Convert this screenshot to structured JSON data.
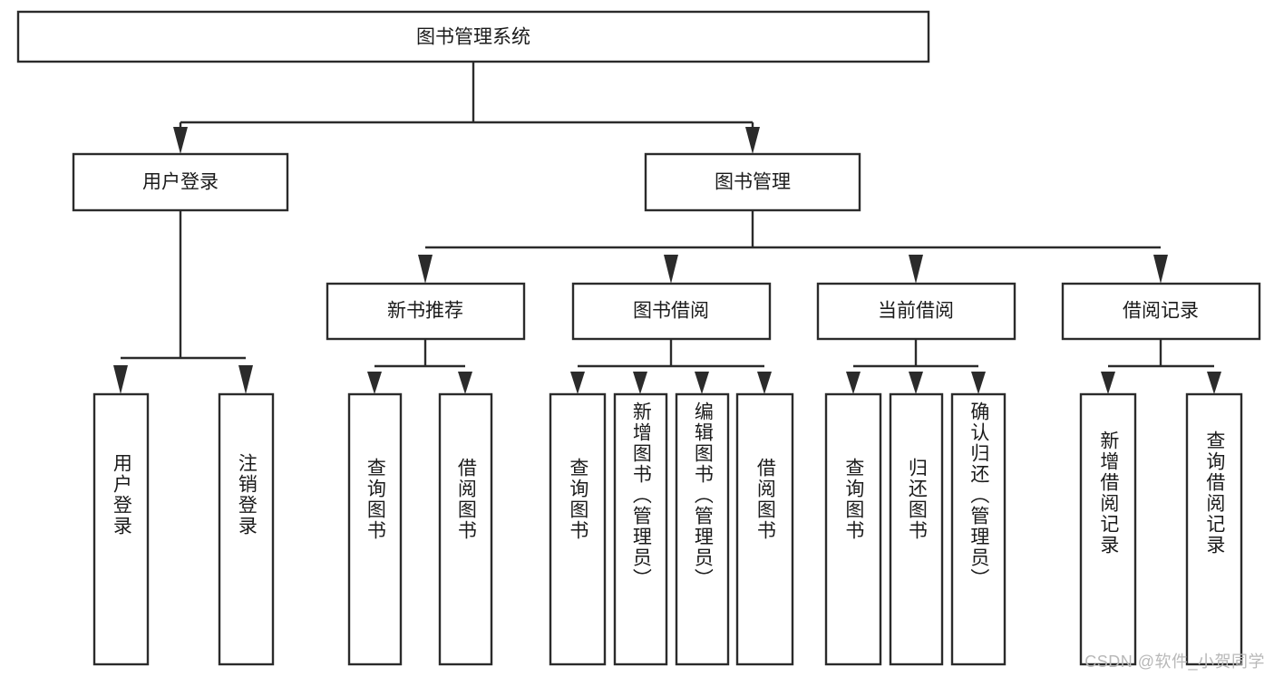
{
  "diagram": {
    "type": "tree-hierarchy",
    "orientation": "top-down",
    "title": "图书管理系统",
    "watermark": "CSDN @软件_小贺同学",
    "colors": {
      "stroke": "#2b2b2b",
      "fill": "#ffffff",
      "text": "#1b1b1b",
      "watermark": "#b8b8b8",
      "background": "#ffffff"
    },
    "levels": [
      {
        "level": 1,
        "nodes": [
          {
            "id": "root",
            "label": "图书管理系统",
            "orientation": "horizontal"
          }
        ]
      },
      {
        "level": 2,
        "nodes": [
          {
            "id": "login",
            "label": "用户登录",
            "parent": "root",
            "orientation": "horizontal"
          },
          {
            "id": "bookmgmt",
            "label": "图书管理",
            "parent": "root",
            "orientation": "horizontal"
          }
        ]
      },
      {
        "level": 3,
        "nodes": [
          {
            "id": "newbook",
            "label": "新书推荐",
            "parent": "bookmgmt",
            "orientation": "horizontal"
          },
          {
            "id": "borrow",
            "label": "图书借阅",
            "parent": "bookmgmt",
            "orientation": "horizontal"
          },
          {
            "id": "current",
            "label": "当前借阅",
            "parent": "bookmgmt",
            "orientation": "horizontal"
          },
          {
            "id": "records",
            "label": "借阅记录",
            "parent": "bookmgmt",
            "orientation": "horizontal"
          }
        ]
      },
      {
        "level": 4,
        "nodes": [
          {
            "id": "leaf1",
            "label": "用户登录",
            "parent": "login",
            "orientation": "vertical"
          },
          {
            "id": "leaf2",
            "label": "注销登录",
            "parent": "login",
            "orientation": "vertical"
          },
          {
            "id": "leaf3",
            "label": "查询图书",
            "parent": "newbook",
            "orientation": "vertical"
          },
          {
            "id": "leaf4",
            "label": "借阅图书",
            "parent": "newbook",
            "orientation": "vertical"
          },
          {
            "id": "leaf5",
            "label": "查询图书",
            "parent": "borrow",
            "orientation": "vertical"
          },
          {
            "id": "leaf6",
            "label": "新增图书（管理员）",
            "parent": "borrow",
            "orientation": "vertical"
          },
          {
            "id": "leaf7",
            "label": "编辑图书（管理员）",
            "parent": "borrow",
            "orientation": "vertical"
          },
          {
            "id": "leaf8",
            "label": "借阅图书",
            "parent": "borrow",
            "orientation": "vertical"
          },
          {
            "id": "leaf9",
            "label": "查询图书",
            "parent": "current",
            "orientation": "vertical"
          },
          {
            "id": "leaf10",
            "label": "归还图书",
            "parent": "current",
            "orientation": "vertical"
          },
          {
            "id": "leaf11",
            "label": "确认归还（管理员）",
            "parent": "current",
            "orientation": "vertical"
          },
          {
            "id": "leaf12",
            "label": "新增借阅记录",
            "parent": "records",
            "orientation": "vertical"
          },
          {
            "id": "leaf13",
            "label": "查询借阅记录",
            "parent": "records",
            "orientation": "vertical"
          }
        ]
      }
    ]
  }
}
